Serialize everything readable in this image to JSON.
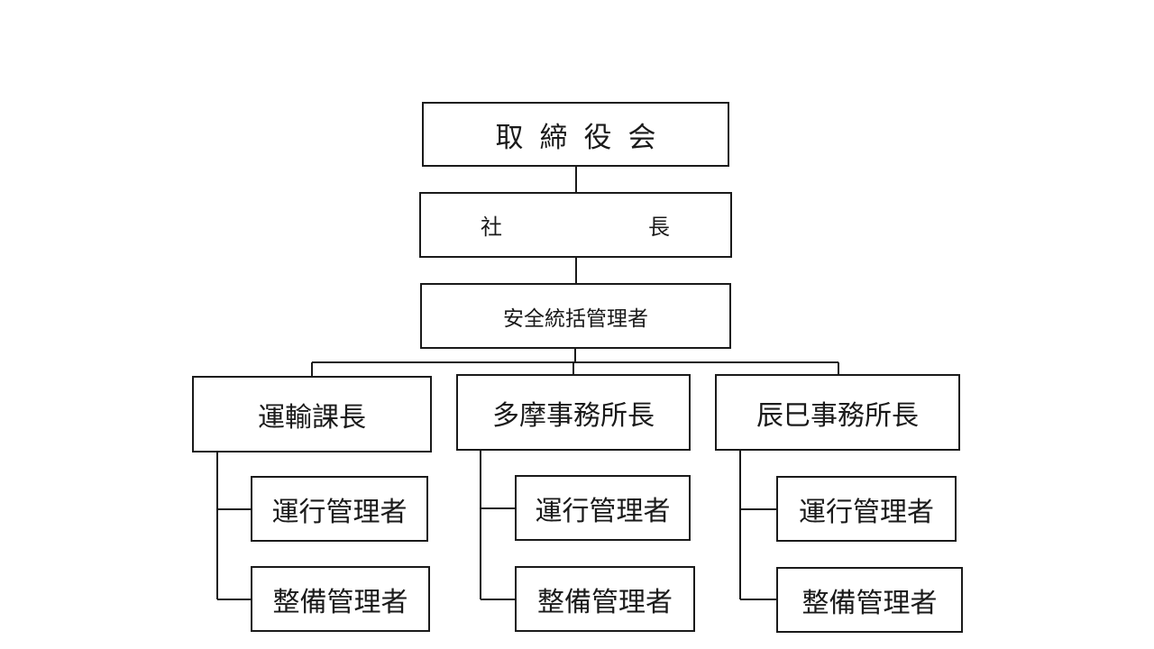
{
  "org": {
    "board": "取締役会",
    "president": {
      "part1": "社",
      "part2": "長"
    },
    "safety_manager": "安全統括管理者",
    "departments": [
      {
        "name": "運輸課長",
        "staff": [
          "運行管理者",
          "整備管理者"
        ]
      },
      {
        "name": "多摩事務所長",
        "staff": [
          "運行管理者",
          "整備管理者"
        ]
      },
      {
        "name": "辰巳事務所長",
        "staff": [
          "運行管理者",
          "整備管理者"
        ]
      }
    ]
  },
  "colors": {
    "line": "#1a1a1a",
    "background": "#ffffff"
  }
}
